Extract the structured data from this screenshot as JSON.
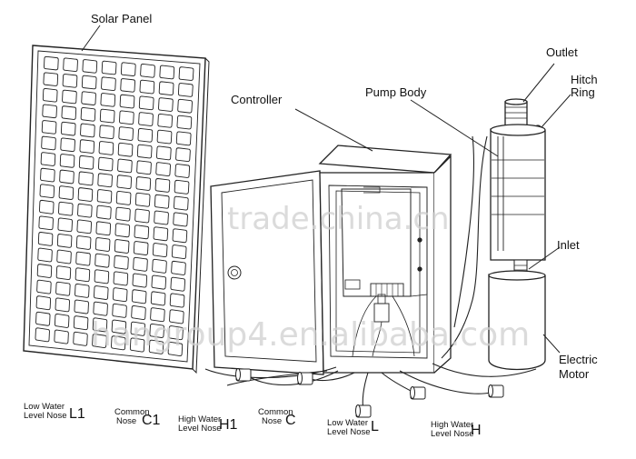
{
  "labels": {
    "solar_panel": "Solar Panel",
    "controller": "Controller",
    "pump_body": "Pump Body",
    "outlet": "Outlet",
    "hitch_ring_1": "Hitch",
    "hitch_ring_2": "Ring",
    "inlet": "Inlet",
    "electric_motor_1": "Electric",
    "electric_motor_2": "Motor"
  },
  "sensors": {
    "low_water_l1_line1": "Low Water",
    "low_water_l1_line2": "Level Nose",
    "low_water_l1_code": "L1",
    "common_c1_line1": "Common",
    "common_c1_line2": "Nose",
    "common_c1_code": "C1",
    "high_water_h1_line1": "High Water",
    "high_water_h1_line2": "Level Nose",
    "high_water_h1_code": "H1",
    "common_c_line1": "Common",
    "common_c_line2": "Nose",
    "common_c_code": "C",
    "low_water_l_line1": "Low Water",
    "low_water_l_line2": "Level Nose",
    "low_water_l_code": "L",
    "high_water_h_line1": "High Water",
    "high_water_h_line2": "Level Nose",
    "high_water_h_code": "H"
  },
  "watermarks": {
    "top": "trade.china.cn",
    "bottom": "hangroup4.en.alibaba.com"
  }
}
